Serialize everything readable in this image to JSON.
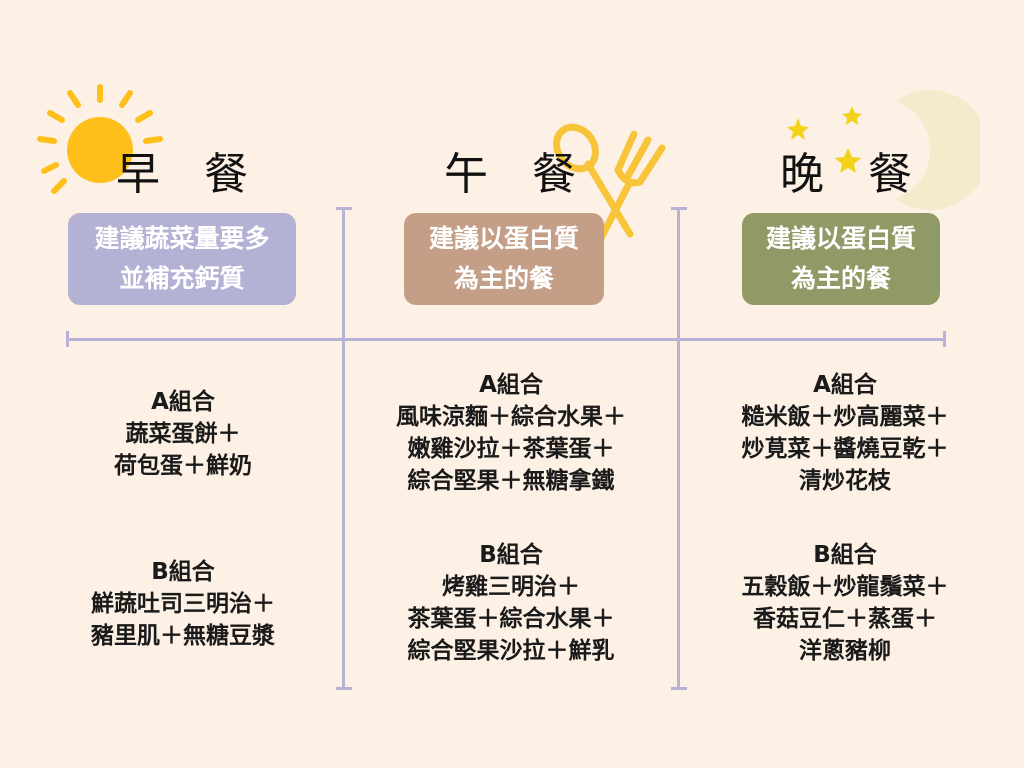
{
  "breakfast": {
    "title": "早　餐",
    "badge_lines": [
      "建議蔬菜量要多",
      "並補充鈣質"
    ],
    "badge_color": "#b3b1d4",
    "combo_a": {
      "label": "A組合",
      "lines": [
        "蔬菜蛋餅＋",
        "荷包蛋＋鮮奶"
      ]
    },
    "combo_b": {
      "label": "B組合",
      "lines": [
        "鮮蔬吐司三明治＋",
        "豬里肌＋無糖豆漿"
      ]
    }
  },
  "lunch": {
    "title": "午　餐",
    "badge_lines": [
      "建議以蛋白質",
      "為主的餐"
    ],
    "badge_color": "#c59e88",
    "combo_a": {
      "label": "A組合",
      "lines": [
        "風味涼麵＋綜合水果＋",
        "嫩雞沙拉＋茶葉蛋＋",
        "綜合堅果＋無糖拿鐵"
      ]
    },
    "combo_b": {
      "label": "B組合",
      "lines": [
        "烤雞三明治＋",
        "茶葉蛋＋綜合水果＋",
        "綜合堅果沙拉＋鮮乳"
      ]
    }
  },
  "dinner": {
    "title": "晚　餐",
    "badge_lines": [
      "建議以蛋白質",
      "為主的餐"
    ],
    "badge_color": "#8f9a66",
    "combo_a": {
      "label": "A組合",
      "lines": [
        "糙米飯＋炒高麗菜＋",
        "炒莧菜＋醬燒豆乾＋",
        "清炒花枝"
      ]
    },
    "combo_b": {
      "label": "B組合",
      "lines": [
        "五穀飯＋炒龍鬚菜＋",
        "香菇豆仁＋蒸蛋＋",
        "洋蔥豬柳"
      ]
    }
  },
  "colors": {
    "background": "#fdf1e6",
    "divider": "#b7b2d6",
    "sun": "#ffbf1a",
    "moon": "#efe8c3",
    "star": "#f4d21a",
    "utensil": "#f8c43a"
  },
  "icons": {
    "breakfast": "sun-icon",
    "lunch": "spoon-fork-icon",
    "dinner": "moon-stars-icon"
  }
}
